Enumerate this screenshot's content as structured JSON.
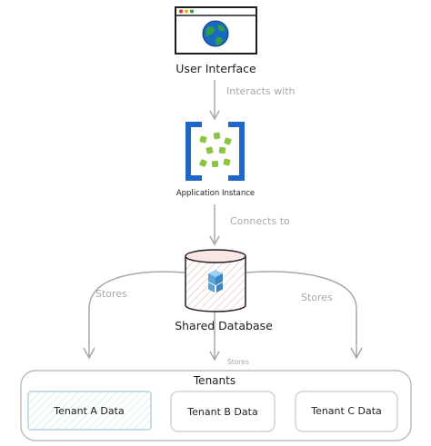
{
  "nodes": {
    "user_interface": {
      "label": "User Interface"
    },
    "application_instance": {
      "label": "Application Instance"
    },
    "shared_database": {
      "label": "Shared Database"
    },
    "tenants": {
      "label": "Tenants"
    },
    "tenant_a": {
      "label": "Tenant A Data",
      "fill": "#e8f4f8"
    },
    "tenant_b": {
      "label": "Tenant B Data"
    },
    "tenant_c": {
      "label": "Tenant C Data"
    }
  },
  "edges": {
    "ui_to_app": {
      "label": "Interacts with"
    },
    "app_to_db": {
      "label": "Connects to"
    },
    "db_to_a": {
      "label": "Stores"
    },
    "db_to_b": {
      "label": "Stores"
    },
    "db_to_c": {
      "label": "Stores"
    }
  },
  "icons": {
    "ui": "browser-globe-icon",
    "app": "application-instance-icon",
    "db": "database-cylinder-icon"
  },
  "colors": {
    "stroke": "#1e1e1e",
    "arrow": "#a8a8a8",
    "app_blue": "#1e66c8",
    "app_green": "#8bc53f",
    "globe_blue": "#1769c2",
    "globe_green": "#2f9e44",
    "db_fill": "#fbe6e6",
    "db_icon": "#58a6d8",
    "tenant_a_fill": "#e8f4f8"
  }
}
